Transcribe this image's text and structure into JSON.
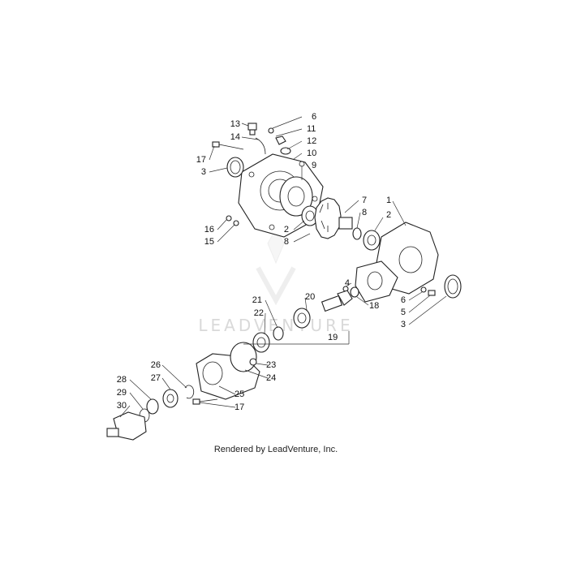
{
  "watermark": "LEADVENTURE",
  "caption": "Rendered by LeadVenture, Inc.",
  "callouts": [
    "1",
    "2",
    "2",
    "3",
    "3",
    "4",
    "5",
    "6",
    "6",
    "7",
    "8",
    "8",
    "9",
    "10",
    "11",
    "12",
    "13",
    "14",
    "15",
    "16",
    "17",
    "17",
    "18",
    "19",
    "20",
    "21",
    "22",
    "23",
    "24",
    "25",
    "26",
    "27",
    "28",
    "29",
    "30"
  ]
}
